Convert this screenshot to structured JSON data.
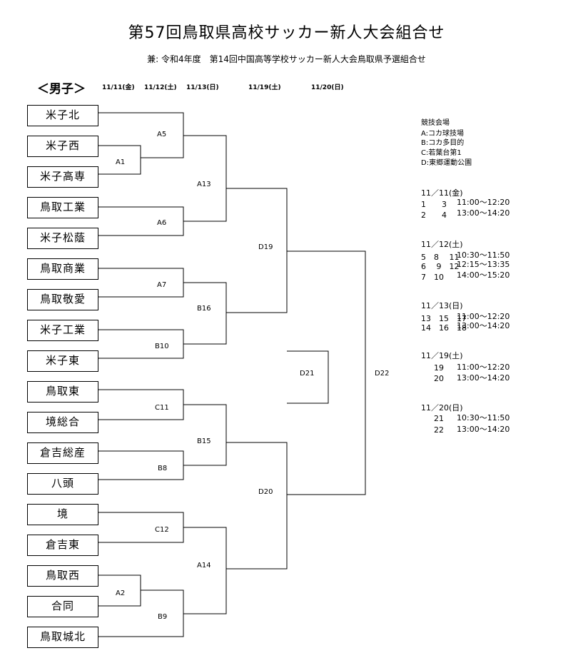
{
  "header": {
    "title": "第57回鳥取県高校サッカー新人大会組合せ",
    "subtitle": "兼: 令和4年度　第14回中国高等学校サッカー新人大会鳥取県予選組合せ",
    "division": "＜男子＞",
    "dates": [
      "11/11(金)",
      "11/12(土)",
      "11/13(日)",
      "11/19(土)",
      "11/20(日)"
    ]
  },
  "teams": [
    "米子北",
    "米子西",
    "米子高専",
    "鳥取工業",
    "米子松蔭",
    "鳥取商業",
    "鳥取敬愛",
    "米子工業",
    "米子東",
    "鳥取東",
    "境総合",
    "倉吉総産",
    "八頭",
    "境",
    "倉吉東",
    "鳥取西",
    "合同",
    "鳥取城北"
  ],
  "matches": [
    "A1",
    "A2",
    "A5",
    "A6",
    "A7",
    "B10",
    "C11",
    "B8",
    "C12",
    "B9",
    "A13",
    "B16",
    "B15",
    "A14",
    "D19",
    "D20",
    "D21",
    "D22"
  ],
  "venues": {
    "heading": "競技会場",
    "items": [
      "A:コカ球技場",
      "B:コカ多目的",
      "C:若葉台第1",
      "D:東郷運動公園"
    ]
  },
  "schedule": [
    {
      "date": "11／11(金)",
      "rows": [
        {
          "games": "1　　3",
          "time": "11:00～12:20"
        },
        {
          "games": "2　　4",
          "time": "13:00～14:20"
        }
      ]
    },
    {
      "date": "11／12(土)",
      "rows": [
        {
          "games": "5　8　 11",
          "time": "10:30～11:50"
        },
        {
          "games": "6　 9　12",
          "time": "12:15～13:35"
        },
        {
          "games": "7　10",
          "time": "14:00～15:20"
        }
      ]
    },
    {
      "date": "11／13(日)",
      "rows": [
        {
          "games": "13　15　17",
          "time": "11:00～12:20"
        },
        {
          "games": "14　16　18",
          "time": "13:00～14:20"
        }
      ]
    },
    {
      "date": "11／19(土)",
      "rows": [
        {
          "games": "19",
          "time": "11:00～12:20"
        },
        {
          "games": "20",
          "time": "13:00～14:20"
        }
      ]
    },
    {
      "date": "11／20(日)",
      "rows": [
        {
          "games": "21",
          "time": "10:30～11:50"
        },
        {
          "games": "22",
          "time": "13:00～14:20"
        }
      ]
    }
  ]
}
